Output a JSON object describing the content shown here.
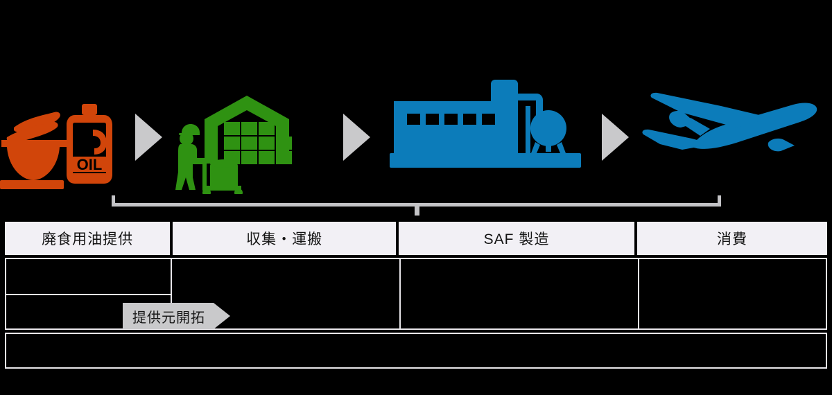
{
  "flow": {
    "steps": [
      {
        "icon": "used-cooking-oil-icon",
        "label": "used cooking oil",
        "color": "#d1450a"
      },
      {
        "icon": "collection-warehouse-icon",
        "label": "collection and warehouse",
        "color": "#2f9212"
      },
      {
        "icon": "saf-refinery-plant-icon",
        "label": "SAF refinery plant",
        "color": "#0d7cba"
      },
      {
        "icon": "airplane-icon",
        "label": "airplane",
        "color": "#0d7cba"
      }
    ],
    "arrows": [
      {
        "icon": "flow-arrow-icon",
        "color": "#c9c9cb"
      },
      {
        "icon": "flow-arrow-icon",
        "color": "#c9c9cb"
      },
      {
        "icon": "flow-arrow-icon",
        "color": "#c9c9cb"
      }
    ],
    "bracket": {
      "caption": "",
      "color": "#c3c3c6"
    }
  },
  "table": {
    "headers": [
      {
        "label": "廃食用油提供"
      },
      {
        "label": "収集・運搬"
      },
      {
        "label": "SAF 製造"
      },
      {
        "label": "消費"
      }
    ],
    "rows": [
      {
        "cells": [
          {
            "text": "",
            "redacted": true
          },
          {
            "text": "",
            "redacted": true
          },
          {
            "text": "",
            "redacted": true
          },
          {
            "text": "",
            "redacted": true
          }
        ]
      },
      {
        "cells": [
          {
            "text": "",
            "redacted": true
          }
        ]
      }
    ],
    "footer_row": {
      "text": "",
      "redacted": true
    }
  },
  "banner": {
    "label": "提供元開拓",
    "color": "#c9c9cb"
  }
}
